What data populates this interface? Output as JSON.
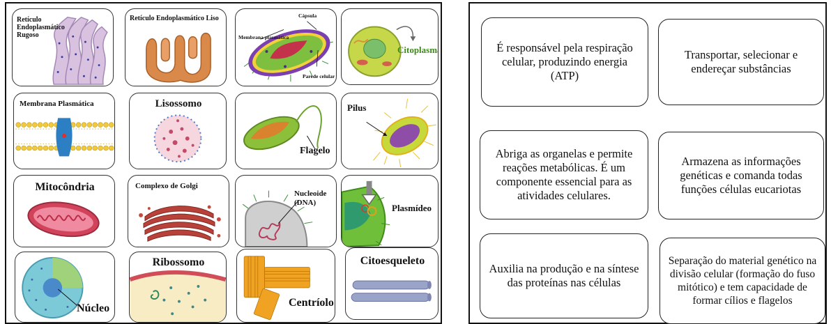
{
  "organelles": {
    "rer": "Retículo Endoplasmático Rugoso",
    "ser": "Retículo Endoplasmático Liso",
    "bacteria_capsula": "Cápsula",
    "bacteria_membrana": "Membrana plasmática",
    "bacteria_parede": "Parede celular",
    "citoplasma": "Citoplasma",
    "membrana": "Membrana Plasmática",
    "lisossomo": "Lisossomo",
    "flagelo": "Flagelo",
    "pilus": "Pilus",
    "mitocondria": "Mitocôndria",
    "golgi": "Complexo de Golgi",
    "nucleoide": "Nucleoide (DNA)",
    "plasmideo": "Plasmídeo",
    "nucleo": "Núcleo",
    "ribossomo": "Ribossomo",
    "centriolo": "Centríolo",
    "citoesqueleto": "Citoesqueleto"
  },
  "descriptions": [
    "É responsável pela respiração celular, produzindo energia (ATP)",
    "Transportar, selecionar e endereçar substâncias",
    "Abriga as organelas e permite reações metabólicas. É um componente essencial para as atividades celulares.",
    "Armazena as informações genéticas e comanda todas funções células eucariotas",
    "Auxilia na produção e na síntese das proteínas nas células",
    "Separação do material genético na divisão celular (formação do fuso mitótico) e tem capacidade de formar cílios e flagelos"
  ]
}
